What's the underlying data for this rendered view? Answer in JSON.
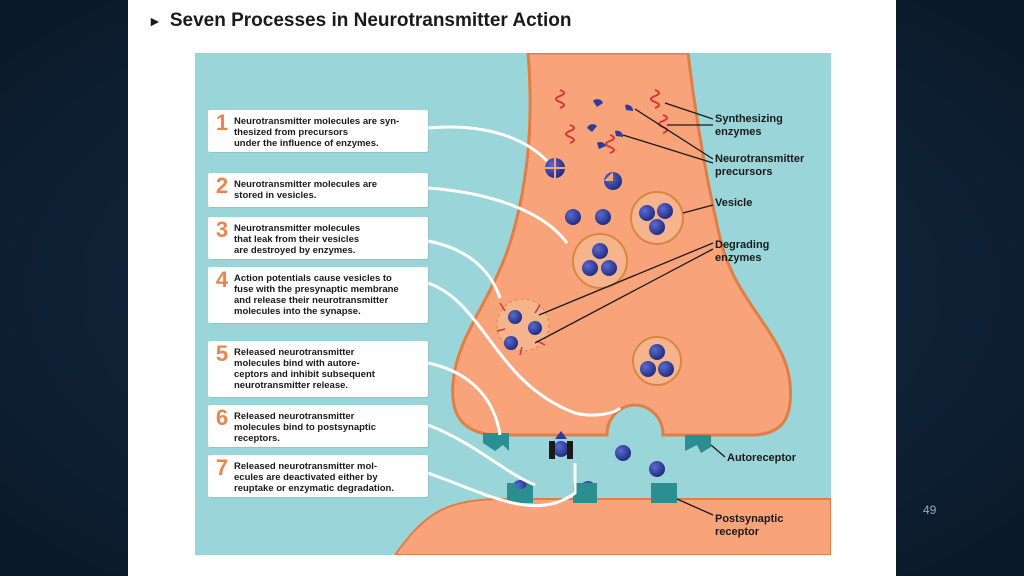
{
  "slide": {
    "title": "Seven Processes in Neurotransmitter Action",
    "page_number": "49"
  },
  "steps": [
    {
      "number": "1",
      "text": "Neurotransmitter molecules are syn-\nthesized from precursors\nunder the influence of enzymes."
    },
    {
      "number": "2",
      "text": "Neurotransmitter molecules are\nstored in vesicles."
    },
    {
      "number": "3",
      "text": "Neurotransmitter molecules\nthat leak from their vesicles\nare destroyed by enzymes."
    },
    {
      "number": "4",
      "text": "Action potentials cause vesicles to\nfuse with the presynaptic membrane\nand release their neurotransmitter\nmolecules into the synapse."
    },
    {
      "number": "5",
      "text": "Released neurotransmitter\nmolecules bind with autore-\nceptors and inhibit subsequent\nneurotransmitter release."
    },
    {
      "number": "6",
      "text": "Released neurotransmitter\nmolecules bind to postsynaptic\nreceptors."
    },
    {
      "number": "7",
      "text": "Released neurotransmitter mol-\necules are deactivated either by\nreuptake or enzymatic degradation."
    }
  ],
  "labels": {
    "synthesizing_enzymes": "Synthesizing\nenzymes",
    "neurotransmitter_precursors": "Neurotransmitter\nprecursors",
    "vesicle": "Vesicle",
    "degrading_enzymes": "Degrading\nenzymes",
    "autoreceptor": "Autoreceptor",
    "postsynaptic_receptor": "Postsynaptic\nreceptor"
  },
  "colors": {
    "background": "#0f2236",
    "synapse_fluid": "#9ad6d9",
    "neuron": "#f8a37a",
    "neuron_edge": "#e07f45",
    "molecule": "#2d3b9a",
    "enzyme": "#d8323a",
    "receptor": "#2b8f91",
    "step_number": "#e9864f"
  }
}
